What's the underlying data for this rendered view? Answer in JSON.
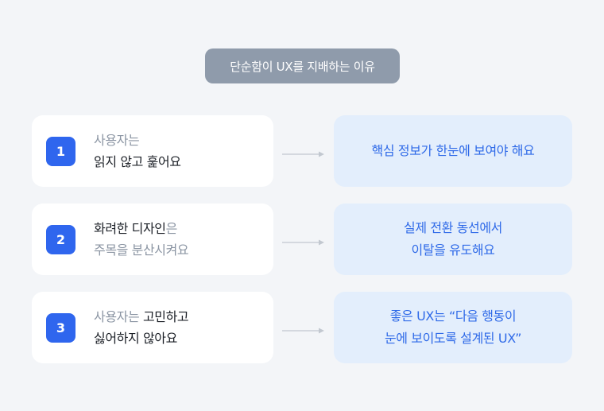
{
  "title": "단순함이 UX를 지배하는 이유",
  "rows": [
    {
      "number": "1",
      "left": {
        "line1_muted": "사용자는",
        "line1_dark": "",
        "line2_dark": "읽지 않고 훑어요",
        "line2_muted": ""
      },
      "right": {
        "line1": "핵심 정보가 한눈에 보여야 해요",
        "line2": ""
      }
    },
    {
      "number": "2",
      "left": {
        "line1_muted": "",
        "line1_dark": "화려한 디자인",
        "line1_tail": "은",
        "line2_muted": "주목을 분산시켜요"
      },
      "right": {
        "line1": "실제 전환 동선에서",
        "line2": "이탈을 유도해요"
      }
    },
    {
      "number": "3",
      "left": {
        "line1_muted": "사용자는",
        "line1_dark": "고민하고",
        "line2_dark": "싫어하지 않아요"
      },
      "right": {
        "line1": "좋은 UX는 “다음 행동이",
        "line2": "눈에 보이도록 설계된 UX”"
      }
    }
  ],
  "colors": {
    "background": "#f3f5f8",
    "title_pill": "#8f9bab",
    "badge": "#2f66ee",
    "right_card_bg": "#e3eefc",
    "right_card_text": "#2f6ae8",
    "muted_text": "#8b95a3",
    "dark_text": "#1c2027",
    "arrow": "#c2c8d0"
  },
  "icons": {
    "connector": "arrow-right-icon"
  }
}
